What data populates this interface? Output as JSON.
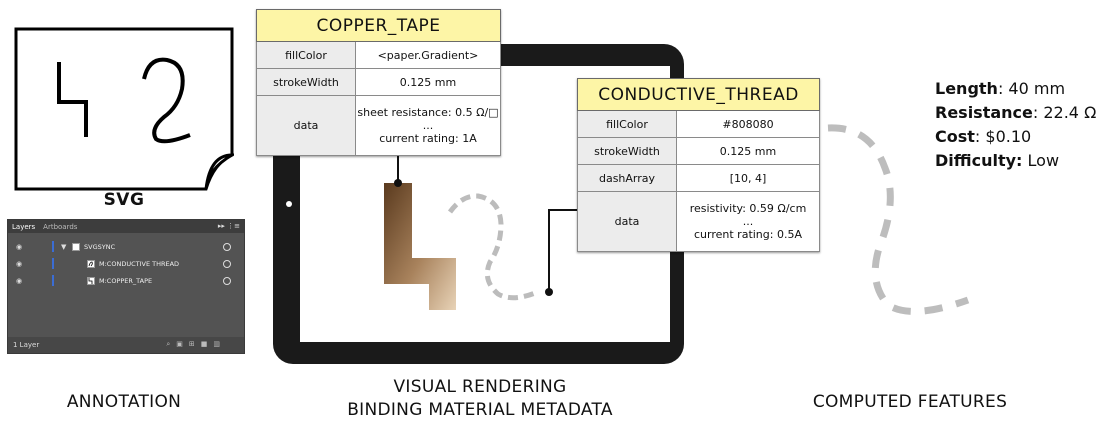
{
  "annotation": {
    "svg_caption": "SVG",
    "layers_panel": {
      "tabs": [
        "Layers",
        "Artboards"
      ],
      "menu_glyphs": "▸▸ ⋮≡",
      "rows": [
        {
          "label": "SVGSYNC"
        },
        {
          "label": "M:CONDUCTIVE THREAD"
        },
        {
          "label": "M:COPPER_TAPE"
        }
      ],
      "footer": "1 Layer"
    },
    "caption": "ANNOTATION"
  },
  "rendering": {
    "caption_line1": "VISUAL RENDERING",
    "caption_line2": "BINDING MATERIAL METADATA"
  },
  "copper_tape": {
    "title": "COPPER_TAPE",
    "fill_key": "fillColor",
    "fill_val": "<paper.Gradient>",
    "stroke_key": "strokeWidth",
    "stroke_val": "0.125 mm",
    "data_key": "data",
    "data_line1": "sheet resistance: 0.5 Ω/□",
    "data_line2": "...",
    "data_line3": "current rating: 1A"
  },
  "conductive_thread": {
    "title": "CONDUCTIVE_THREAD",
    "fill_key": "fillColor",
    "fill_val": "#808080",
    "stroke_key": "strokeWidth",
    "stroke_val": "0.125 mm",
    "dash_key": "dashArray",
    "dash_val": "[10, 4]",
    "data_key": "data",
    "data_line1": "resistivity: 0.59 Ω/cm",
    "data_line2": "...",
    "data_line3": "current rating: 0.5A"
  },
  "features": {
    "length_label": "Length",
    "length_val": ": 40 mm",
    "resistance_label": "Resistance",
    "resistance_val": ": 22.4 Ω",
    "cost_label": "Cost",
    "cost_val": ": $0.10",
    "difficulty_label": "Difficulty:",
    "difficulty_val": " Low",
    "caption": "COMPUTED FEATURES"
  },
  "colors": {
    "table_header": "#fdf5a6",
    "thread_gray": "#808080",
    "copper_dark": "#5a3a1e",
    "copper_light": "#e8d3b7",
    "layer_blue": "#3b6dd4"
  }
}
